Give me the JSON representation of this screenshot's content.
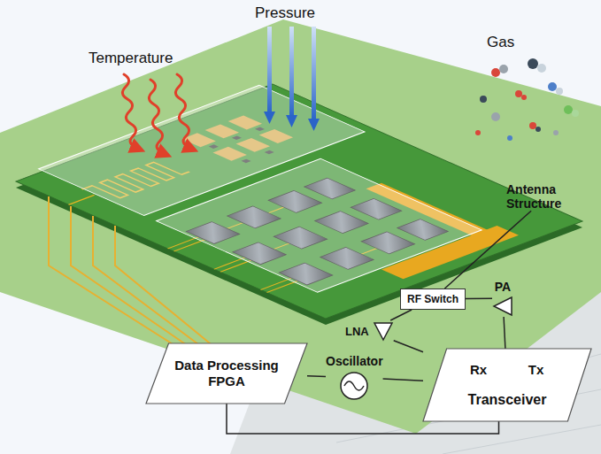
{
  "diagram": {
    "nodes": [
      {
        "text": [
          "Antenna Structure"
        ]
      },
      {
        "text": [
          "RF Switch"
        ]
      },
      {
        "text": [
          "PA"
        ]
      },
      {
        "text": [
          "LNA"
        ]
      },
      {
        "text": [
          "Data Processing FPGA"
        ]
      },
      {
        "text": [
          "Oscillator"
        ]
      },
      {
        "text": [
          "Rx",
          "Tx",
          "Transceiver"
        ]
      }
    ],
    "edges": [
      {
        "from": 0,
        "to": 1,
        "arrow": "none"
      },
      {
        "from": 1,
        "to": 3,
        "arrow": "none"
      },
      {
        "from": 3,
        "to": 6,
        "arrow": "none"
      },
      {
        "from": 6,
        "to": 2,
        "arrow": "none"
      },
      {
        "from": 2,
        "to": 1,
        "arrow": "none"
      },
      {
        "from": 5,
        "to": 4,
        "arrow": "none"
      },
      {
        "from": 5,
        "to": 6,
        "arrow": "none"
      },
      {
        "from": 6,
        "to": 4,
        "arrow": "none"
      }
    ],
    "labels": [
      "Temperature",
      "Pressure",
      "Gas"
    ]
  }
}
